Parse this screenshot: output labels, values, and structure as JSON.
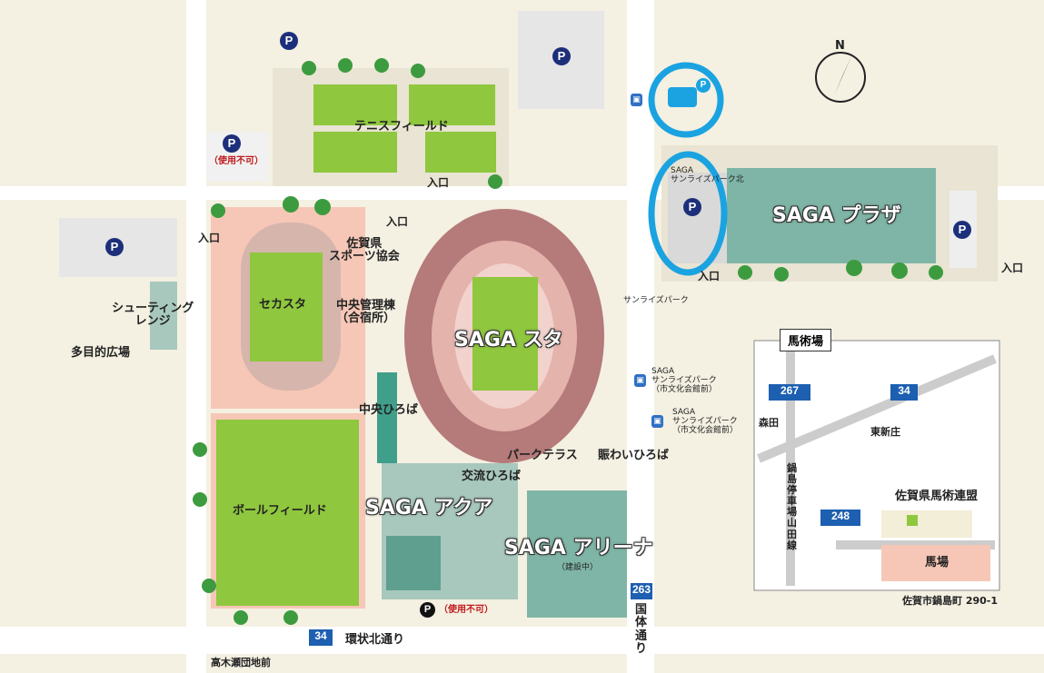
{
  "labels": {
    "tennis": "テニスフィールド",
    "entry": "入口",
    "shooting": "シューティング\nレンジ",
    "tamokuteki": "多目的広場",
    "sekasuta": "セカスタ",
    "sports_kyokai": "佐賀県\nスポーツ協会",
    "chuo_kanri": "中央管理棟\n（合宿所）",
    "chuo_hiroba": "中央ひろば",
    "ball_field": "ボールフィールド",
    "saga_aqua": "SAGA アクア",
    "koryu_hiroba": "交流ひろば",
    "park_terrace": "パークテラス",
    "nigiwai": "賑わいひろば",
    "saga_arena": "SAGA アリーナ",
    "kensetsu": "（建設中）",
    "saga_sta": "SAGA スタ",
    "saga_plaza": "SAGA プラザ",
    "sunrise_park": "サンライズパーク",
    "sunrise_north": "SAGA\nサンライズパーク北",
    "bus_stop1": "SAGA\nサンライズパーク\n（市文化会館前）",
    "bus_stop2": "SAGA\nサンライズパーク\n（市文化会館前）",
    "kanjo": "環状北通り",
    "kokutai": "国体通り",
    "takagise": "高木瀬団地前",
    "shiyo_fuka": "（使用不可）",
    "parking": "P"
  },
  "inset": {
    "title": "馬術場",
    "morita": "森田",
    "higashi": "東新庄",
    "renmei": "佐賀県馬術連盟",
    "baba": "馬場",
    "nabeshima": "鍋島停車場山田線",
    "address": "佐賀市鍋島町 290-1",
    "routes": [
      "267",
      "34",
      "248"
    ]
  },
  "routes": {
    "r34": "34",
    "r263": "263"
  },
  "compass": "N",
  "colors": {
    "green_field": "#8fc73e",
    "track": "#e4b3ab",
    "stadium": "#b57a7a",
    "highlight": "#1aa3e0",
    "building": "#7fb5a6"
  }
}
